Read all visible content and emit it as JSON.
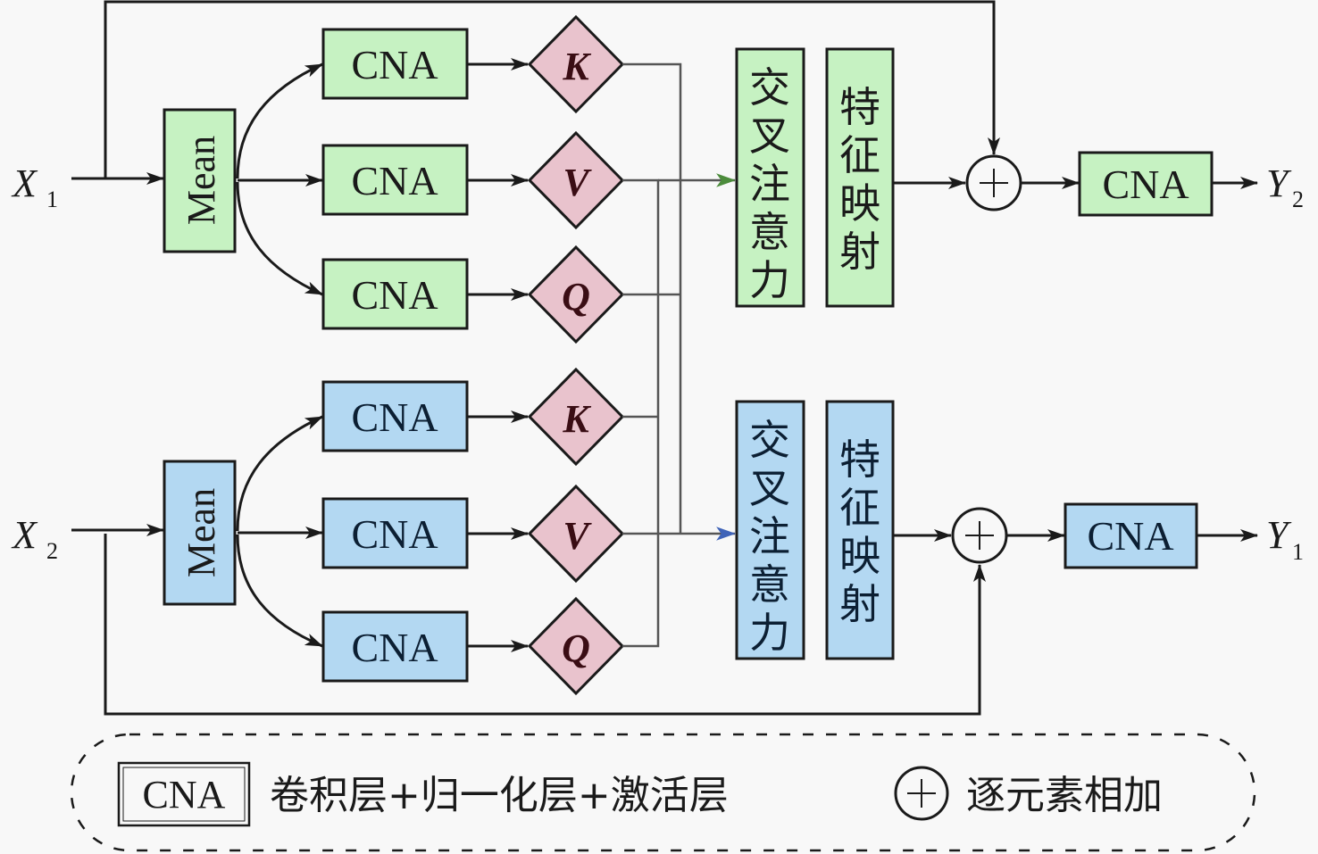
{
  "colors": {
    "background": "#f8f8f8",
    "green_fill": "#c6f2c2",
    "blue_fill": "#b3d8f2",
    "diamond_fill": "#e9c3cd",
    "line": "#1a1a1a",
    "connector": "#555555",
    "green_arrow": "#4c8c3c",
    "blue_arrow": "#3f63b8",
    "diamond_text": "#3a0d14"
  },
  "inputs": {
    "x1": {
      "base": "X",
      "sub": "1"
    },
    "x2": {
      "base": "X",
      "sub": "2"
    }
  },
  "outputs": {
    "y2": {
      "base": "Y",
      "sub": "2"
    },
    "y1": {
      "base": "Y",
      "sub": "1"
    }
  },
  "branches": [
    {
      "id": "top",
      "theme": "green",
      "mean_label": "Mean",
      "cna_labels": [
        "CNA",
        "CNA",
        "CNA"
      ],
      "qkv_labels": [
        "K",
        "V",
        "Q"
      ],
      "cross_attention_label": "交叉注意力",
      "feature_mapping_label": "特征映射",
      "add_symbol": "+",
      "output_cna_label": "CNA"
    },
    {
      "id": "bottom",
      "theme": "blue",
      "mean_label": "Mean",
      "cna_labels": [
        "CNA",
        "CNA",
        "CNA"
      ],
      "qkv_labels": [
        "K",
        "V",
        "Q"
      ],
      "cross_attention_label": "交叉注意力",
      "feature_mapping_label": "特征映射",
      "add_symbol": "+",
      "output_cna_label": "CNA"
    }
  ],
  "legend": {
    "items": [
      {
        "symbol": "CNA",
        "description": "卷积层+归一化层+激活层"
      },
      {
        "symbol": "+",
        "description": "逐元素相加"
      }
    ]
  }
}
